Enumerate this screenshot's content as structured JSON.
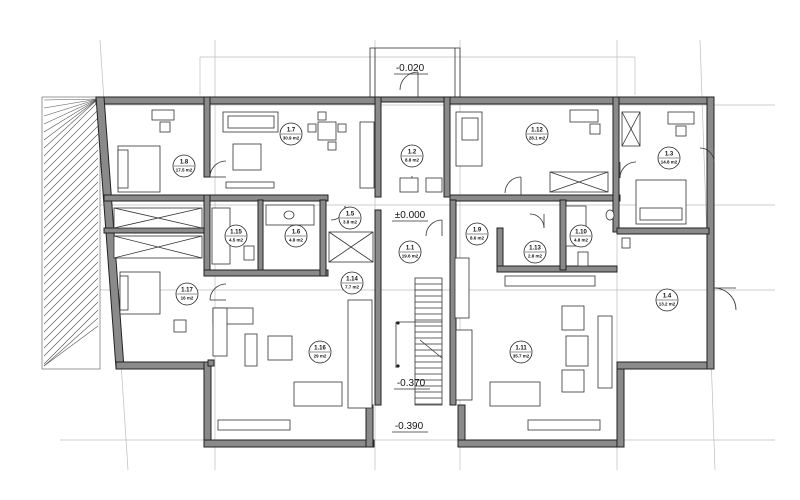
{
  "levels": {
    "top": "-0.020",
    "middle": "±0.000",
    "stair": "-0.370",
    "bottom": "-0.390"
  },
  "rooms": [
    {
      "id": "1.8",
      "area": "17.5 m2"
    },
    {
      "id": "1.7",
      "area": "30.9 m2"
    },
    {
      "id": "1.2",
      "area": "8.8 m2"
    },
    {
      "id": "1.12",
      "area": "28.1 m2"
    },
    {
      "id": "1.3",
      "area": "14.8 m2"
    },
    {
      "id": "1.15",
      "area": "4.5 m2"
    },
    {
      "id": "1.6",
      "area": "4.8 m2"
    },
    {
      "id": "1.5",
      "area": "3.8 m2"
    },
    {
      "id": "1.1",
      "area": "19.6 m2"
    },
    {
      "id": "1.9",
      "area": "8.6 m2"
    },
    {
      "id": "1.13",
      "area": "2.8 m2"
    },
    {
      "id": "1.10",
      "area": "4.8 m2"
    },
    {
      "id": "1.17",
      "area": "16 m2"
    },
    {
      "id": "1.14",
      "area": "7.7 m2"
    },
    {
      "id": "1.16",
      "area": "29 m2"
    },
    {
      "id": "1.11",
      "area": "35.7 m2"
    },
    {
      "id": "1.4",
      "area": "13.2 m2"
    }
  ],
  "colors": {
    "wall": "#8a8a8a",
    "line": "#333333",
    "background": "#ffffff"
  }
}
